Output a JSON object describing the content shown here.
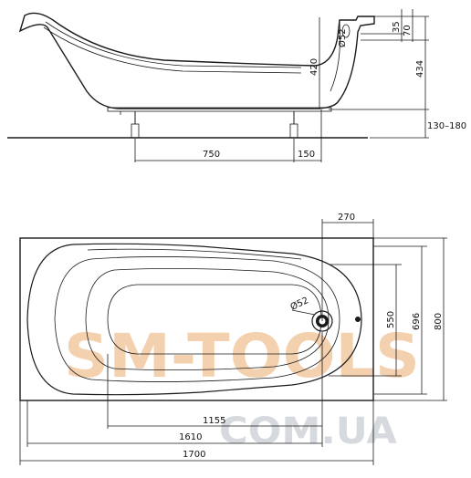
{
  "side_view": {
    "dim_750": "750",
    "dim_150": "150",
    "dim_420": "420",
    "dim_434": "434",
    "dim_35": "35",
    "dim_70": "70",
    "dim_130_180": "130–180",
    "dim_d52": "Ø52"
  },
  "top_view": {
    "dim_270": "270",
    "dim_550": "550",
    "dim_696": "696",
    "dim_800": "800",
    "dim_d52": "Ø52",
    "dim_1155": "1155",
    "dim_1610": "1610",
    "dim_1700": "1700"
  },
  "watermark": {
    "line1": "SM-TOOLS",
    "line2": "COM.UA",
    "color1": "#f3c9a0",
    "color2": "#cfd3d8"
  }
}
